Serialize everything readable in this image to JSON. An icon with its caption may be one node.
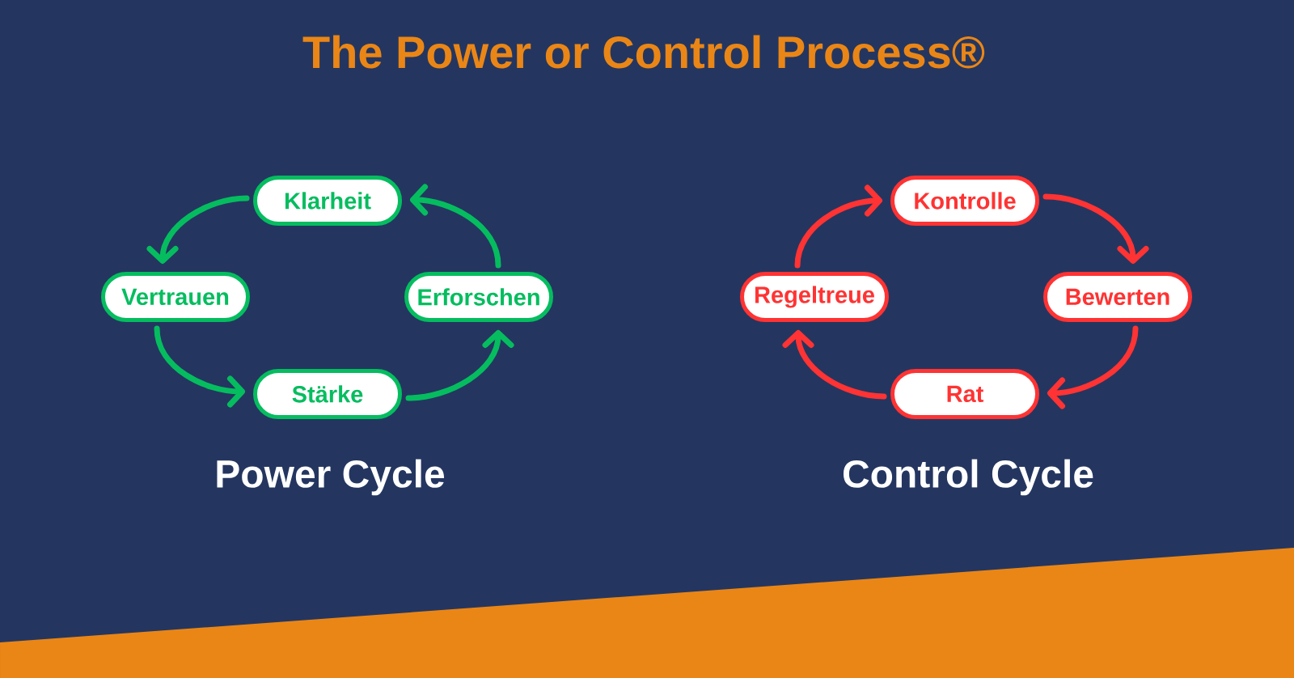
{
  "diagram": {
    "title": "The Power or Control Process®",
    "nodes": [
      {
        "text": [
          "Klarheit"
        ]
      },
      {
        "text": [
          "Vertrauen"
        ]
      },
      {
        "text": [
          "Erforschen"
        ]
      },
      {
        "text": [
          "Stärke"
        ]
      },
      {
        "text": [
          "Kontrolle"
        ]
      },
      {
        "text": [
          "Regeltreue"
        ]
      },
      {
        "text": [
          "Bewerten"
        ]
      },
      {
        "text": [
          "Rat"
        ]
      }
    ],
    "edges": [
      {
        "from": 0,
        "to": 1,
        "arrow": "to",
        "color": "#05bd5f"
      },
      {
        "from": 1,
        "to": 3,
        "arrow": "to",
        "color": "#05bd5f"
      },
      {
        "from": 3,
        "to": 2,
        "arrow": "to",
        "color": "#05bd5f"
      },
      {
        "from": 2,
        "to": 0,
        "arrow": "to",
        "color": "#05bd5f"
      },
      {
        "from": 5,
        "to": 4,
        "arrow": "to",
        "color": "#ff3333"
      },
      {
        "from": 4,
        "to": 6,
        "arrow": "to",
        "color": "#ff3333"
      },
      {
        "from": 6,
        "to": 7,
        "arrow": "to",
        "color": "#ff3333"
      },
      {
        "from": 7,
        "to": 5,
        "arrow": "to",
        "color": "#ff3333"
      }
    ],
    "labels": [
      "Power Cycle",
      "Control Cycle"
    ]
  }
}
